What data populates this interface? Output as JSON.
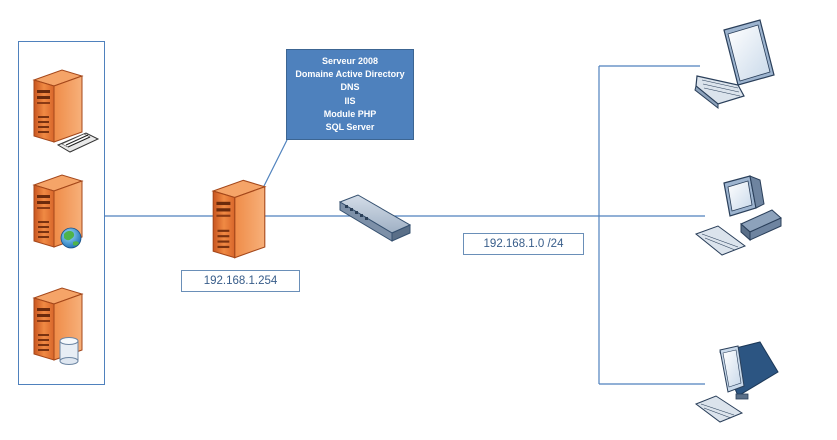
{
  "server_callout": {
    "lines": [
      "Serveur 2008",
      "Domaine Active Directory",
      "DNS",
      "IIS",
      "Module PHP",
      "SQL Server"
    ]
  },
  "labels": {
    "server_ip": "192.168.1.254",
    "network": "192.168.1.0 /24"
  },
  "icons": {
    "left_group": [
      "print-server-icon",
      "web-server-icon",
      "database-server-icon"
    ],
    "center": [
      "main-server-icon",
      "network-switch-icon"
    ],
    "clients": [
      "laptop-icon",
      "desktop-pc-icon",
      "workstation-icon"
    ]
  },
  "colors": {
    "line": "#4f81bd",
    "callout_fill": "#4e81bd",
    "server_orange": "#e8793a",
    "label_text": "#385d8a"
  }
}
